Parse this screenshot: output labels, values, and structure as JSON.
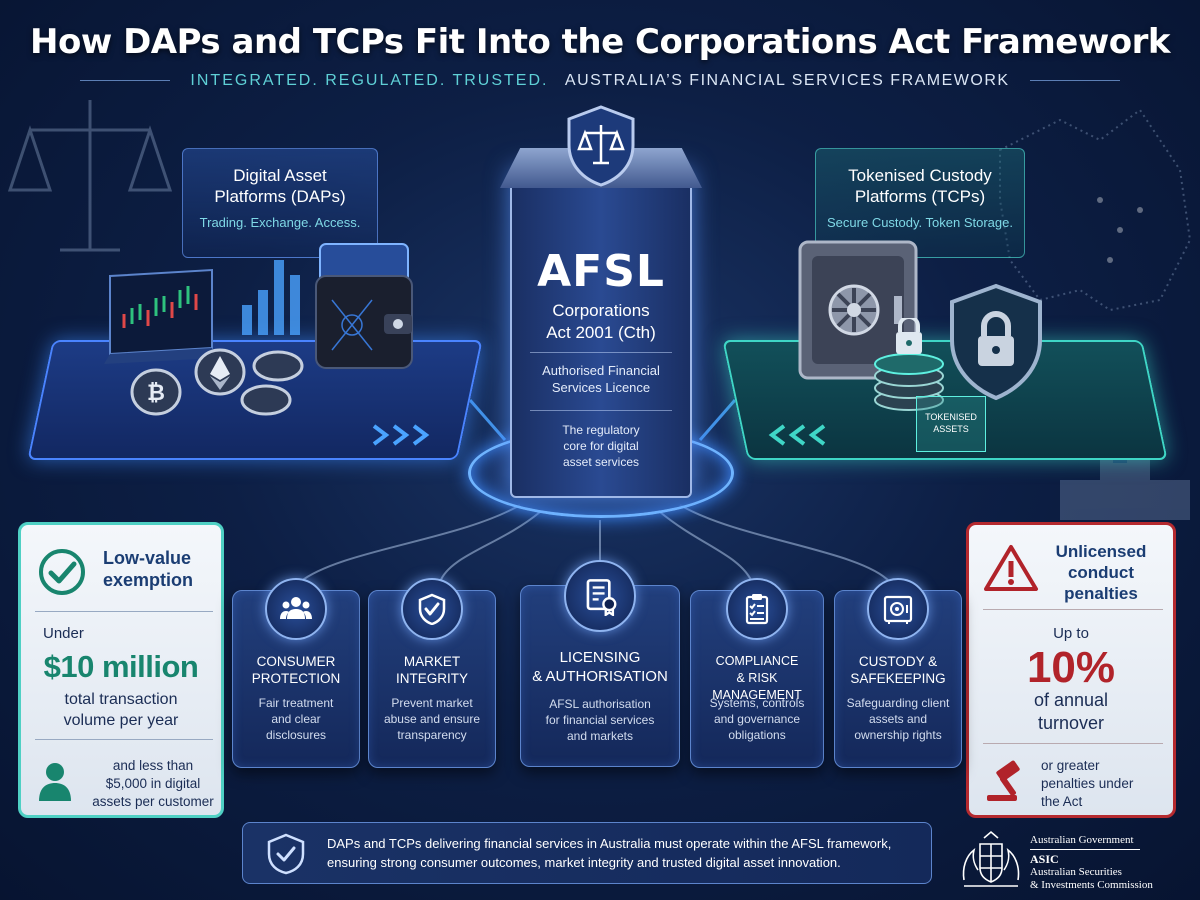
{
  "header": {
    "title": "How DAPs and TCPs Fit Into the Corporations Act Framework",
    "tagline_teal": "INTEGRATED. REGULATED. TRUSTED.",
    "tagline_white": "AUSTRALIA’S FINANCIAL SERVICES FRAMEWORK"
  },
  "dap": {
    "title_line1": "Digital Asset",
    "title_line2": "Platforms (DAPs)",
    "subtitle": "Trading. Exchange. Access."
  },
  "tcp": {
    "title_line1": "Tokenised Custody",
    "title_line2": "Platforms (TCPs)",
    "subtitle": "Secure Custody. Token Storage.",
    "box_label_line1": "TOKENISED",
    "box_label_line2": "ASSETS"
  },
  "center": {
    "acronym": "AFSL",
    "act_line1": "Corporations",
    "act_line2": "Act 2001 (Cth)",
    "licence_line1": "Authorised Financial",
    "licence_line2": "Services Licence",
    "core_line1": "The regulatory",
    "core_line2": "core for digital",
    "core_line3": "asset services"
  },
  "exemption": {
    "title_line1": "Low-value",
    "title_line2": "exemption",
    "under": "Under",
    "amount": "$10 million",
    "volume_line1": "total transaction",
    "volume_line2": "volume per year",
    "less_line1": "and less than",
    "less_line2": "$5,000 in digital",
    "less_line3": "assets per customer"
  },
  "penalties": {
    "title_line1": "Unlicensed",
    "title_line2": "conduct",
    "title_line3": "penalties",
    "up_to": "Up to",
    "percent": "10%",
    "annual_line1": "of annual",
    "annual_line2": "turnover",
    "greater_line1": "or greater",
    "greater_line2": "penalties under",
    "greater_line3": "the Act"
  },
  "pillars": [
    {
      "title_line1": "CONSUMER",
      "title_line2": "PROTECTION",
      "desc_line1": "Fair treatment",
      "desc_line2": "and clear",
      "desc_line3": "disclosures",
      "icon": "users-icon"
    },
    {
      "title_line1": "MARKET",
      "title_line2": "INTEGRITY",
      "desc_line1": "Prevent market",
      "desc_line2": "abuse and ensure",
      "desc_line3": "transparency",
      "icon": "shield-check-icon"
    },
    {
      "title_line1": "LICENSING",
      "title_line2": "& AUTHORISATION",
      "desc_line1": "AFSL authorisation",
      "desc_line2": "for financial services",
      "desc_line3": "and markets",
      "icon": "certificate-icon"
    },
    {
      "title_line1": "COMPLIANCE",
      "title_line2": "& RISK MANAGEMENT",
      "desc_line1": "Systems, controls",
      "desc_line2": "and governance",
      "desc_line3": "obligations",
      "icon": "checklist-icon"
    },
    {
      "title_line1": "CUSTODY &",
      "title_line2": "SAFEKEEPING",
      "desc_line1": "Safeguarding client",
      "desc_line2": "assets and",
      "desc_line3": "ownership rights",
      "icon": "safe-icon"
    }
  ],
  "banner": {
    "line1": "DAPs and TCPs delivering financial services in Australia must operate within the AFSL framework,",
    "line2": "ensuring strong consumer outcomes, market integrity and trusted digital asset innovation."
  },
  "government": {
    "line1": "Australian Government",
    "asic": "ASIC",
    "line2": "Australian Securities",
    "line3": "& Investments Commission"
  },
  "colors": {
    "accent_teal": "#4fd0c4",
    "accent_blue": "#4a84ff",
    "penalty_red": "#b52a2f",
    "amount_green": "#18856e"
  }
}
